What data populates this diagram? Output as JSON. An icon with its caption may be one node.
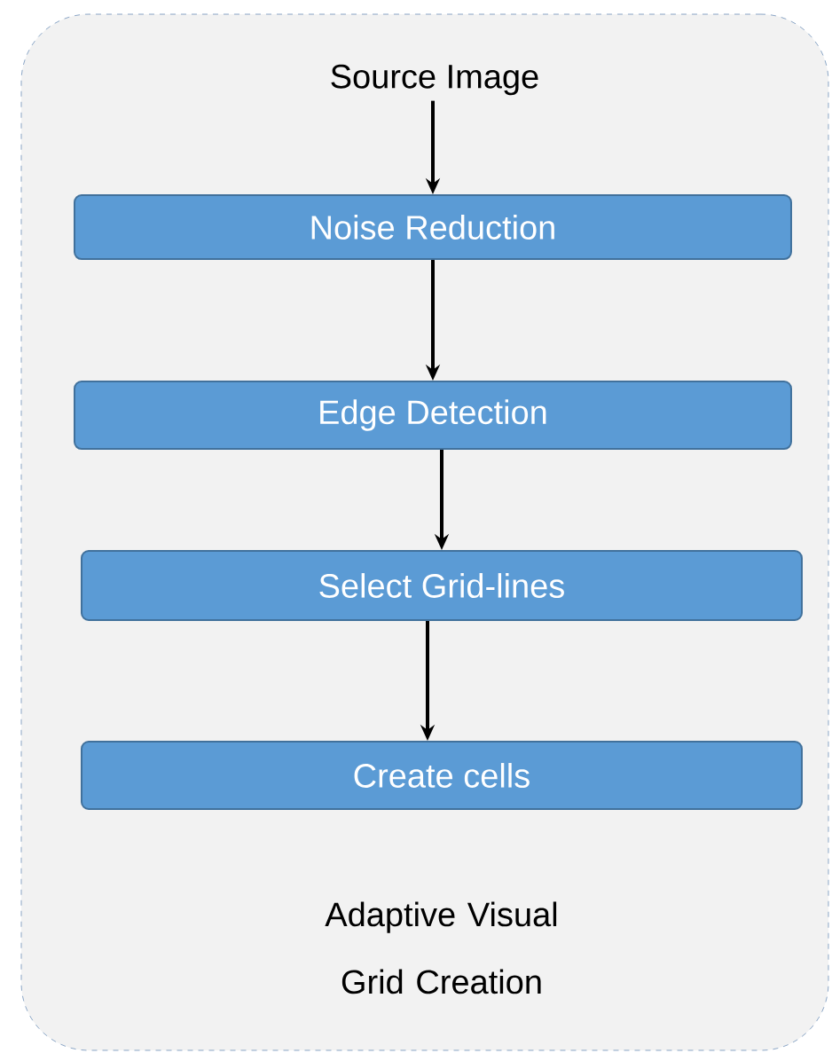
{
  "diagram": {
    "nodes": [
      {
        "text": [
          "Adaptive Visual Grid Creation"
        ]
      },
      {
        "text": [
          "Source Image"
        ],
        "in": 0
      },
      {
        "text": [
          "Noise Reduction"
        ],
        "in": 0
      },
      {
        "text": [
          "Edge Detection"
        ],
        "in": 0
      },
      {
        "text": [
          "Select Grid-lines"
        ],
        "in": 0
      },
      {
        "text": [
          "Create cells"
        ],
        "in": 0
      }
    ],
    "edges": [
      {
        "from": 1,
        "to": 2,
        "arrow": "to"
      },
      {
        "from": 2,
        "to": 3,
        "arrow": "to"
      },
      {
        "from": 3,
        "to": 4,
        "arrow": "to"
      },
      {
        "from": 4,
        "to": 5,
        "arrow": "to"
      }
    ]
  }
}
